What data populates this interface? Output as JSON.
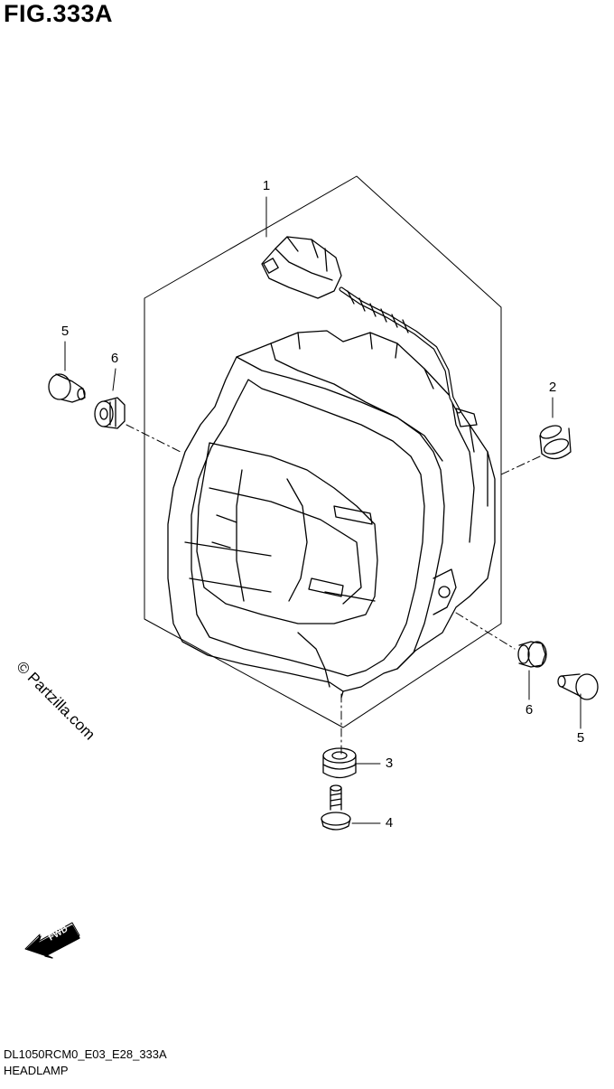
{
  "figure": {
    "title": "FIG.333A",
    "model_code": "DL1050RCM0_E03_E28_333A",
    "assembly_name": "HEADLAMP"
  },
  "watermark": "© Partzilla.com",
  "fwd_label": "FWD",
  "callouts": [
    {
      "id": "c1",
      "number": "1",
      "part": "headlamp assembly"
    },
    {
      "id": "c2",
      "number": "2",
      "part": "cap"
    },
    {
      "id": "c3",
      "number": "3",
      "part": "grommet"
    },
    {
      "id": "c4",
      "number": "4",
      "part": "bolt"
    },
    {
      "id": "c5a",
      "number": "5",
      "part": "collar"
    },
    {
      "id": "c6a",
      "number": "6",
      "part": "grommet"
    },
    {
      "id": "c5b",
      "number": "5",
      "part": "collar"
    },
    {
      "id": "c6b",
      "number": "6",
      "part": "grommet"
    }
  ],
  "colors": {
    "line": "#000000",
    "background": "#ffffff"
  }
}
